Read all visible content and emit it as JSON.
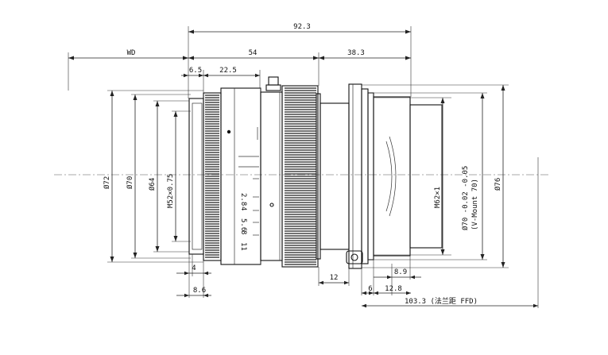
{
  "dimensions": {
    "total_length": "92.3",
    "working_distance": "WD",
    "body_length": "54",
    "rear_length": "38.3",
    "front_step": "6.5",
    "focus_ring_width": "22.5",
    "d72": "Ø72",
    "d70": "Ø70",
    "d64": "Ø64",
    "filter_thread": "M52×0.75",
    "front_4": "4",
    "front_8_6": "8.6",
    "mid_12": "12",
    "rear_6": "6",
    "rear_12_8": "12.8",
    "rear_8_9": "8.9",
    "mount_thread": "M62×1",
    "mount_dia": "Ø70 -0.02 -0.05",
    "mount_name": "(V-Mount 70)",
    "d76": "Ø76",
    "ffd": "103.3 (法兰距 FFD)"
  },
  "aperture_scale": [
    "2.8",
    "4",
    "5.6",
    "8",
    "11"
  ],
  "colors": {
    "line": "#111111",
    "background": "#ffffff"
  }
}
